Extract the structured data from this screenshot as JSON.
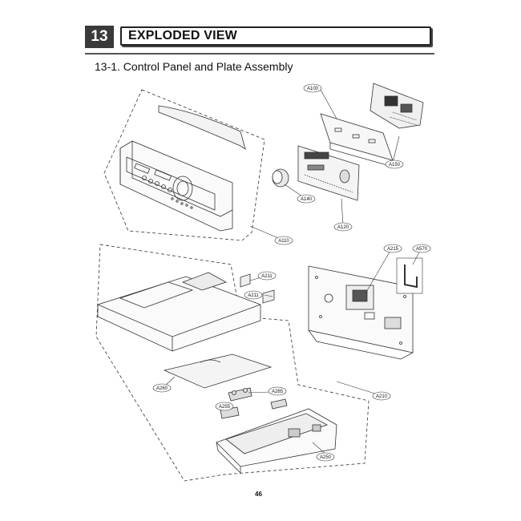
{
  "header": {
    "section_number": "13",
    "section_title": "EXPLODED VIEW"
  },
  "subtitle": "13-1. Control Panel and Plate Assembly",
  "parts": {
    "a100": "A100",
    "a150": "A150",
    "a140": "A140",
    "a120": "A120",
    "a110": "A110",
    "a211": "A211",
    "a211b": "A211",
    "a215": "A215",
    "a570": "A570",
    "a260": "A260",
    "a265": "A265",
    "a255": "A255",
    "a210": "A210",
    "a250": "A250"
  },
  "footer": {
    "page_number": "46"
  }
}
